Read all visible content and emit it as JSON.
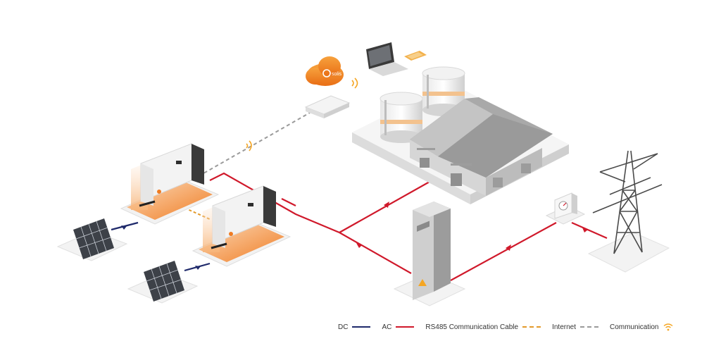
{
  "brand": {
    "logo_text": "solis",
    "accent": "#f07c22"
  },
  "colors": {
    "dc": "#1f2a6b",
    "ac": "#d0192b",
    "rs485": "#e39a2b",
    "internet": "#9a9a9a",
    "communication": "#f5a623"
  },
  "legend": {
    "dc": "DC",
    "ac": "AC",
    "rs485": "RS485 Communication Cable",
    "internet": "Internet",
    "communication": "Communication"
  },
  "icons": [
    "cloud-icon",
    "laptop-icon",
    "phone-icon",
    "router-icon",
    "inverter-icon",
    "solar-panel-icon",
    "factory-icon",
    "tank-icon",
    "cabinet-icon",
    "meter-icon",
    "pylon-icon",
    "wifi-icon"
  ]
}
